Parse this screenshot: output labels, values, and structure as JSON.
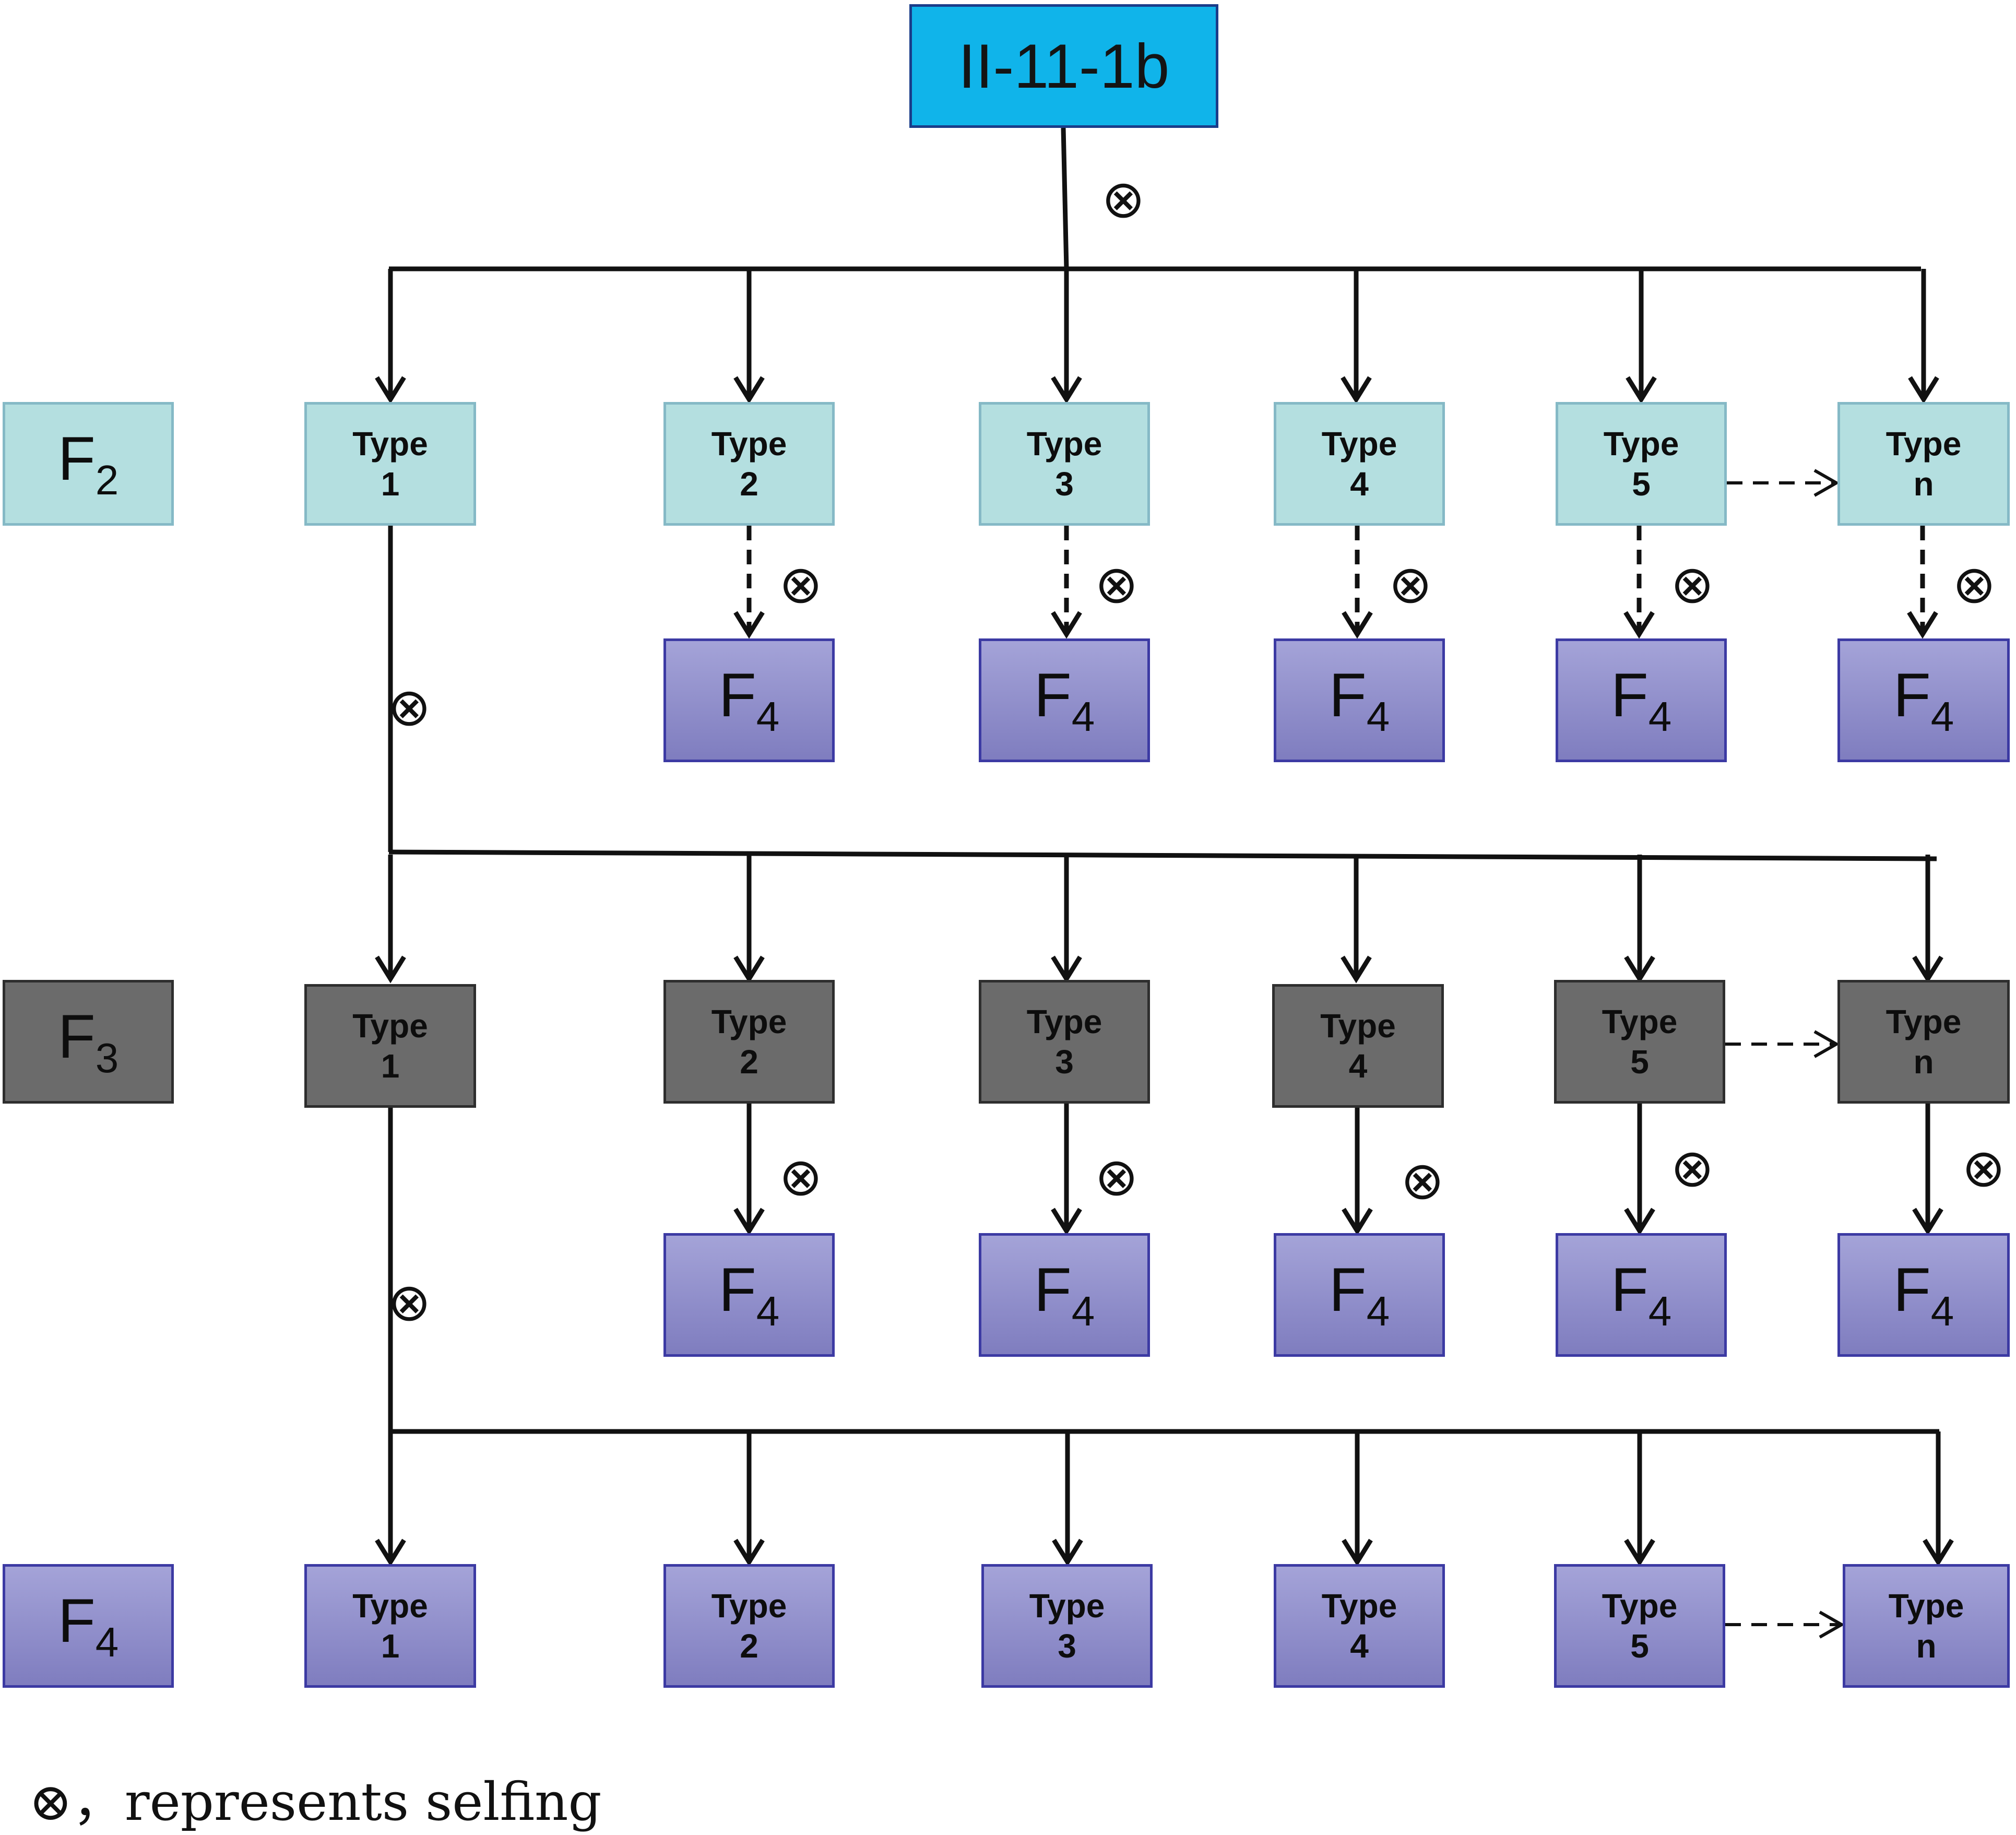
{
  "parent": {
    "label": "II-11-1b"
  },
  "generations": [
    {
      "id": "f2",
      "label": {
        "main": "F",
        "sub": "2"
      },
      "types": [
        {
          "word": "Type",
          "num": "1"
        },
        {
          "word": "Type",
          "num": "2"
        },
        {
          "word": "Type",
          "num": "3"
        },
        {
          "word": "Type",
          "num": "4"
        },
        {
          "word": "Type",
          "num": "5"
        },
        {
          "word": "Type",
          "num": "n"
        }
      ]
    },
    {
      "id": "f3",
      "label": {
        "main": "F",
        "sub": "3"
      },
      "types": [
        {
          "word": "Type",
          "num": "1"
        },
        {
          "word": "Type",
          "num": "2"
        },
        {
          "word": "Type",
          "num": "3"
        },
        {
          "word": "Type",
          "num": "4"
        },
        {
          "word": "Type",
          "num": "5"
        },
        {
          "word": "Type",
          "num": "n"
        }
      ]
    },
    {
      "id": "f4",
      "label": {
        "main": "F",
        "sub": "4"
      },
      "types": [
        {
          "word": "Type",
          "num": "1"
        },
        {
          "word": "Type",
          "num": "2"
        },
        {
          "word": "Type",
          "num": "3"
        },
        {
          "word": "Type",
          "num": "4"
        },
        {
          "word": "Type",
          "num": "5"
        },
        {
          "word": "Type",
          "num": "n"
        }
      ]
    }
  ],
  "offspring_label": {
    "main": "F",
    "sub": "4"
  },
  "selfing_symbol": "⊗",
  "legend": {
    "symbol": "⊗",
    "text": "，represents selfing"
  },
  "colors": {
    "parent": "#10b4ea",
    "f2": "#b4dfe0",
    "f3": "#6b6b6b",
    "f4": "#9593cf"
  }
}
